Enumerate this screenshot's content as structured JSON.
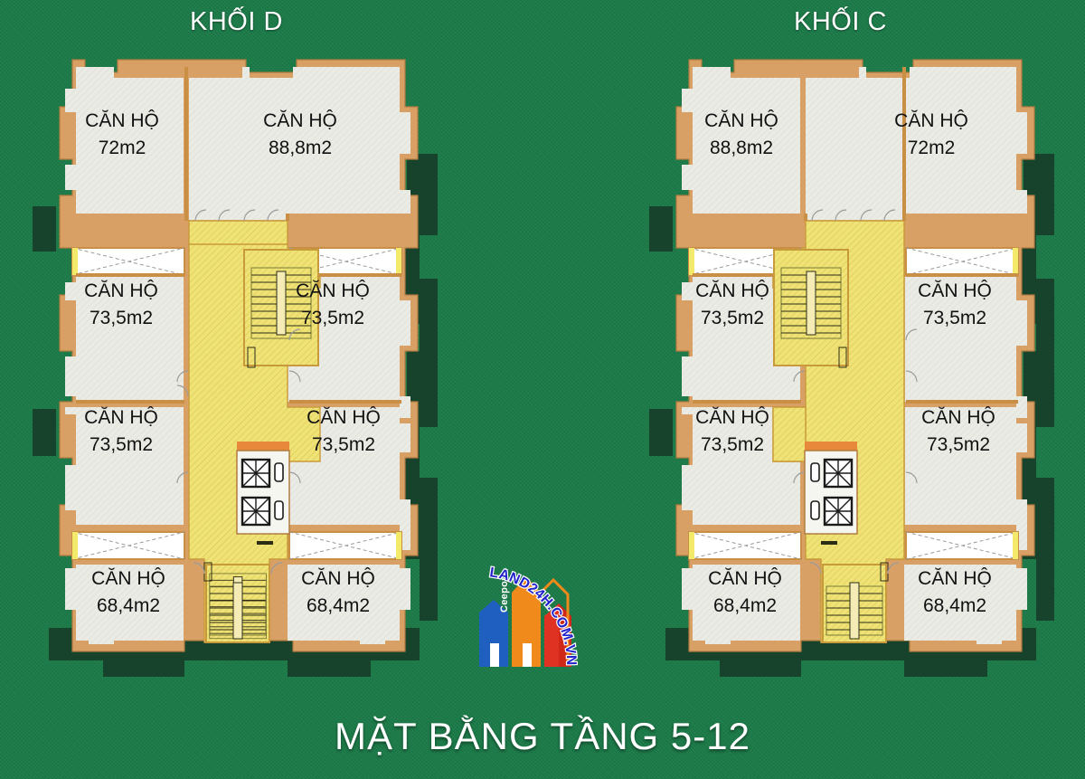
{
  "page": {
    "plan_title": "MẶT BẰNG TẦNG 5-12",
    "background_color": "#1b7a48",
    "wall_color": "#d9a066",
    "room_fill": "#ebebe6",
    "corridor_fill": "#ece06a",
    "shadow_color": "#1b4430"
  },
  "blocks": [
    {
      "id": "block-d",
      "title": "KHỐI D",
      "units": [
        {
          "position": "top-left",
          "label": "CĂN HỘ",
          "area": "72m2"
        },
        {
          "position": "top-right",
          "label": "CĂN HỘ",
          "area": "88,8m2"
        },
        {
          "position": "upper-mid-left",
          "label": "CĂN HỘ",
          "area": "73,5m2"
        },
        {
          "position": "upper-mid-right",
          "label": "CĂN HỘ",
          "area": "73,5m2"
        },
        {
          "position": "lower-mid-left",
          "label": "CĂN HỘ",
          "area": "73,5m2"
        },
        {
          "position": "lower-mid-right",
          "label": "CĂN HỘ",
          "area": "73,5m2"
        },
        {
          "position": "bottom-left",
          "label": "CĂN HỘ",
          "area": "68,4m2"
        },
        {
          "position": "bottom-right",
          "label": "CĂN HỘ",
          "area": "68,4m2"
        }
      ],
      "cores": {
        "stair_upper": "stairs",
        "elevators": "2 lifts",
        "stair_lower": "stairs"
      }
    },
    {
      "id": "block-c",
      "title": "KHỐI C",
      "units": [
        {
          "position": "top-left",
          "label": "CĂN HỘ",
          "area": "88,8m2"
        },
        {
          "position": "top-right",
          "label": "CĂN HỘ",
          "area": "72m2"
        },
        {
          "position": "upper-mid-left",
          "label": "CĂN HỘ",
          "area": "73,5m2"
        },
        {
          "position": "upper-mid-right",
          "label": "CĂN HỘ",
          "area": "73,5m2"
        },
        {
          "position": "lower-mid-left",
          "label": "CĂN HỘ",
          "area": "73,5m2"
        },
        {
          "position": "lower-mid-right",
          "label": "CĂN HỘ",
          "area": "73,5m2"
        },
        {
          "position": "bottom-left",
          "label": "CĂN HỘ",
          "area": "68,4m2"
        },
        {
          "position": "bottom-right",
          "label": "CĂN HỘ",
          "area": "68,4m2"
        }
      ],
      "cores": {
        "stair_upper": "stairs",
        "elevators": "2 lifts",
        "stair_lower": "stairs"
      }
    }
  ],
  "watermark": {
    "site": "LAND24H.COM.VN",
    "brand": "Ceeport",
    "colors": {
      "blue": "#1f5fc0",
      "orange": "#f08a1b",
      "red": "#e03222",
      "text": "#2222cc"
    }
  }
}
